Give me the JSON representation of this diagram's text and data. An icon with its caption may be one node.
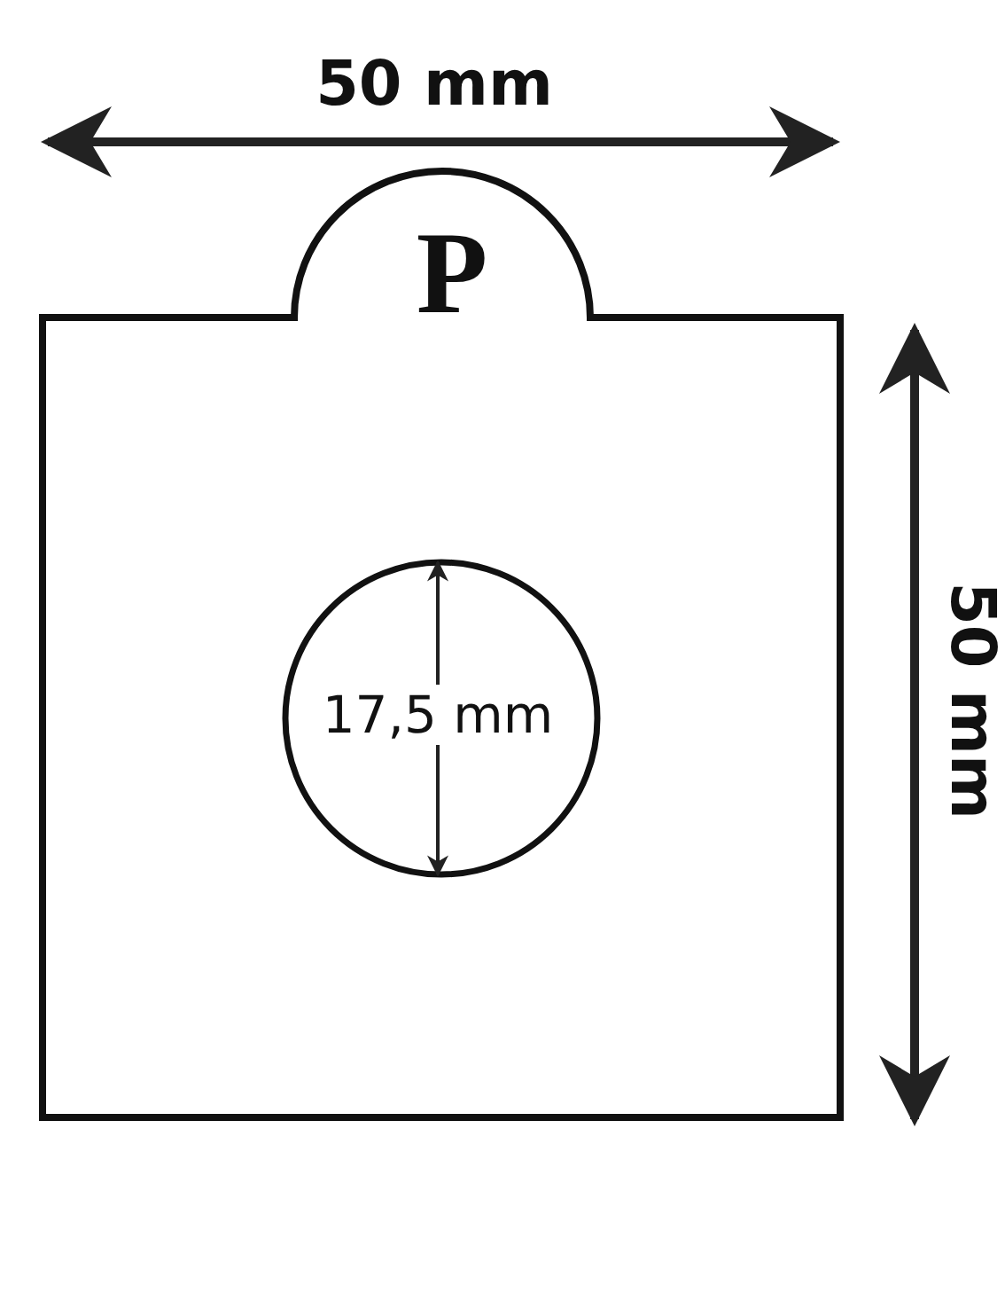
{
  "diagram": {
    "labels": [
      "50 mm",
      "P",
      "17,5 mm",
      "50 mm"
    ]
  }
}
